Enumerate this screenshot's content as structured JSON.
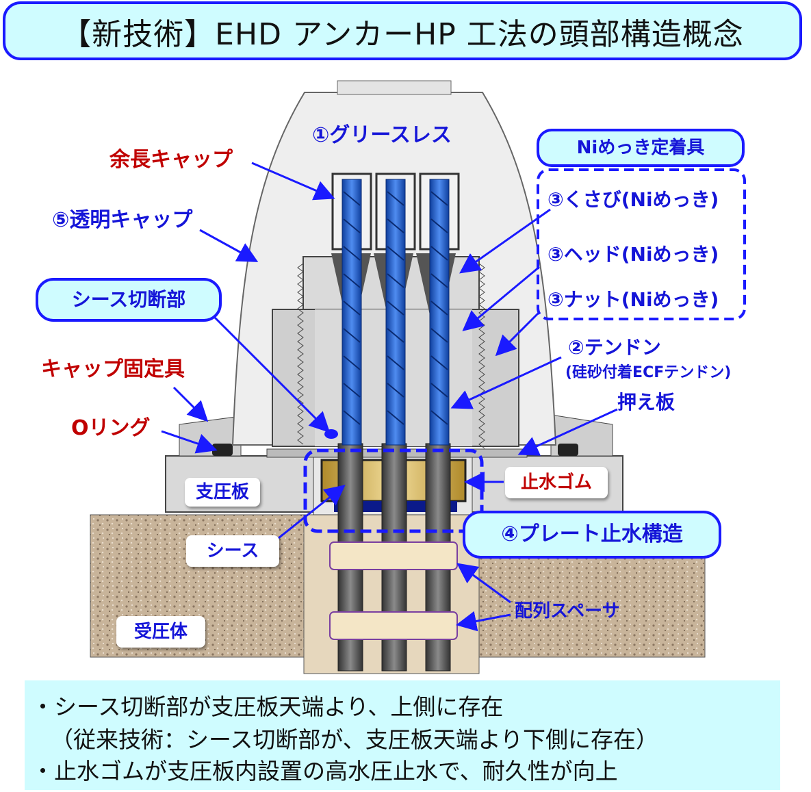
{
  "title": "【新技術】EHD アンカーHP 工法の頭部構造概念",
  "labels": {
    "greaseless": "①グリースレス",
    "excess_cap": "余長キャップ",
    "transparent_cap": "⑤透明キャップ",
    "ni_anchor": "Niめっき定着具",
    "wedge": "③くさび(Niめっき)",
    "head": "③ヘッド(Niめっき)",
    "nut": "③ナット(Niめっき)",
    "sheath_cut": "シース切断部",
    "tendon": "②テンドン",
    "tendon_sub": "(硅砂付着ECFテンドン)",
    "cap_fixture": "キャップ固定具",
    "press_plate": "押え板",
    "o_ring": "Oリング",
    "bearing_plate": "支圧板",
    "water_rubber": "止水ゴム",
    "sheath": "シース",
    "plate_waterstop": "④プレート止水構造",
    "spacer": "配列スペーサ",
    "receiving_body": "受圧体"
  },
  "notes": [
    "・シース切断部が支圧板天端より、上側に存在",
    "（従来技術：シース切断部が、支圧板天端より下側に存在）",
    "・止水ゴムが支圧板内設置の高水圧止水で、耐久性が向上"
  ],
  "colors": {
    "accent_blue": "#1a1aff",
    "pale_cyan": "#cffcff",
    "label_red": "#c00000",
    "tendon_blue": "#1e5fd6",
    "rubber_gold": "#c9a84a"
  }
}
